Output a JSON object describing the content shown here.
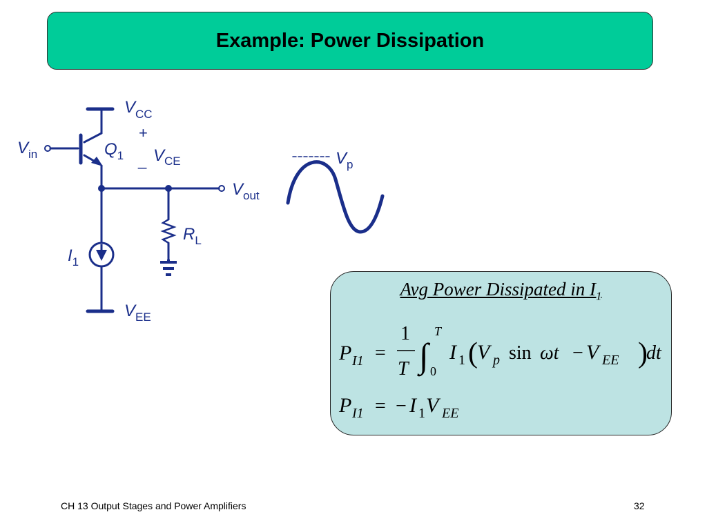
{
  "title": "Example:  Power Dissipation",
  "circuit": {
    "vcc": {
      "main": "V",
      "sub": "CC"
    },
    "vin": {
      "main": "V",
      "sub": "in"
    },
    "q1": {
      "main": "Q",
      "sub": "1"
    },
    "plus": "+",
    "minus": "_",
    "vce": {
      "main": "V",
      "sub": "CE"
    },
    "vout": {
      "main": "V",
      "sub": "out"
    },
    "rl": {
      "main": "R",
      "sub": "L"
    },
    "i1": {
      "main": "I",
      "sub": "1"
    },
    "vee": {
      "main": "V",
      "sub": "EE"
    },
    "vp": {
      "main": "V",
      "sub": "p"
    }
  },
  "formula_box": {
    "heading": "Avg Power Dissipated in I",
    "heading_sub": "1",
    "eq1": {
      "lhs": "P",
      "lhs_sub": "I1",
      "equals": "=",
      "frac_num": "1",
      "frac_den": "T",
      "int_upper": "T",
      "int_lower": "0",
      "i": "I",
      "i_sub": "1",
      "vp": "V",
      "vp_sub": "p",
      "sin": "sin",
      "omega_t": "ωt",
      "minus": "−",
      "vee": "V",
      "vee_sub": "EE",
      "dt": "dt"
    },
    "eq2": {
      "lhs": "P",
      "lhs_sub": "I1",
      "equals": "=",
      "minus": "−",
      "i": "I",
      "i_sub": "1",
      "v": "V",
      "v_sub": "EE"
    }
  },
  "footer": {
    "chapter": "CH 13 Output Stages and Power Amplifiers",
    "page": "32"
  },
  "colors": {
    "title_bar": "#00cc99",
    "circuit": "#1a2e8a",
    "formula_box": "#bde3e3"
  }
}
